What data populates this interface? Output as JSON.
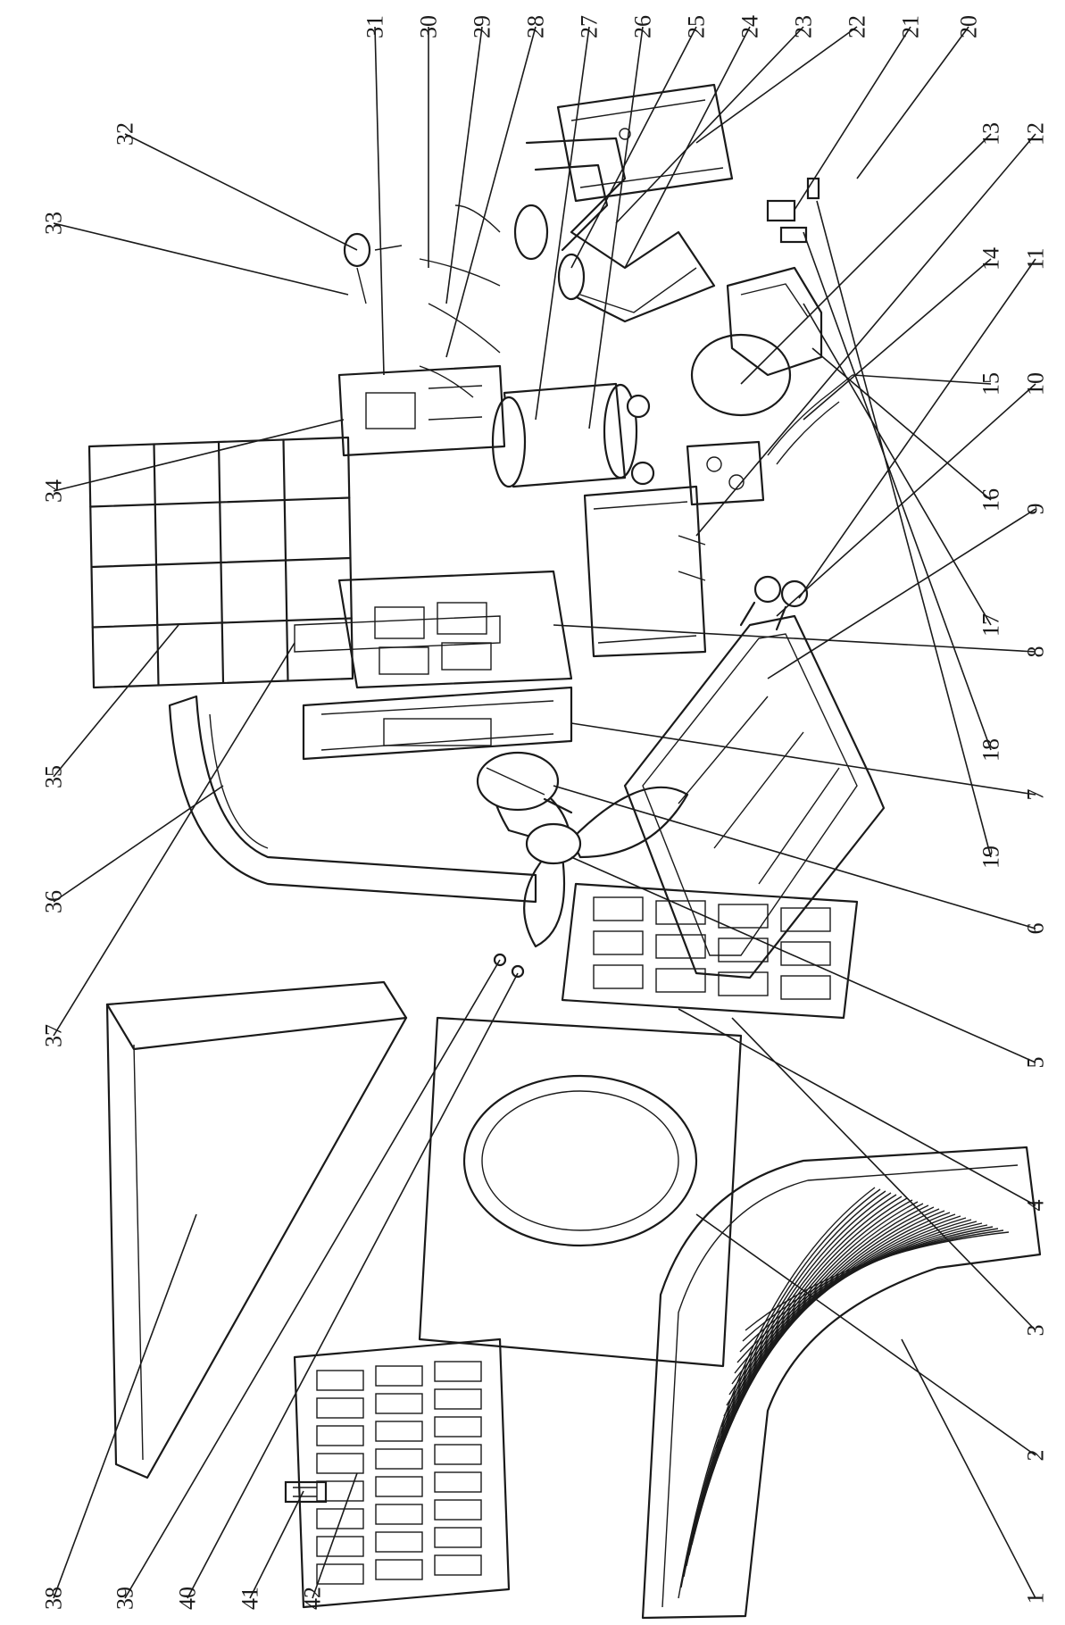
{
  "figure": {
    "type": "exploded-parts-diagram",
    "callouts": [
      "1",
      "2",
      "3",
      "4",
      "5",
      "6",
      "7",
      "8",
      "9",
      "10",
      "11",
      "12",
      "13",
      "14",
      "15",
      "16",
      "17",
      "18",
      "19",
      "20",
      "21",
      "22",
      "23",
      "24",
      "25",
      "26",
      "27",
      "28",
      "29",
      "30",
      "31",
      "32",
      "33",
      "34",
      "35",
      "36",
      "37",
      "38",
      "39",
      "40",
      "41",
      "42"
    ]
  }
}
